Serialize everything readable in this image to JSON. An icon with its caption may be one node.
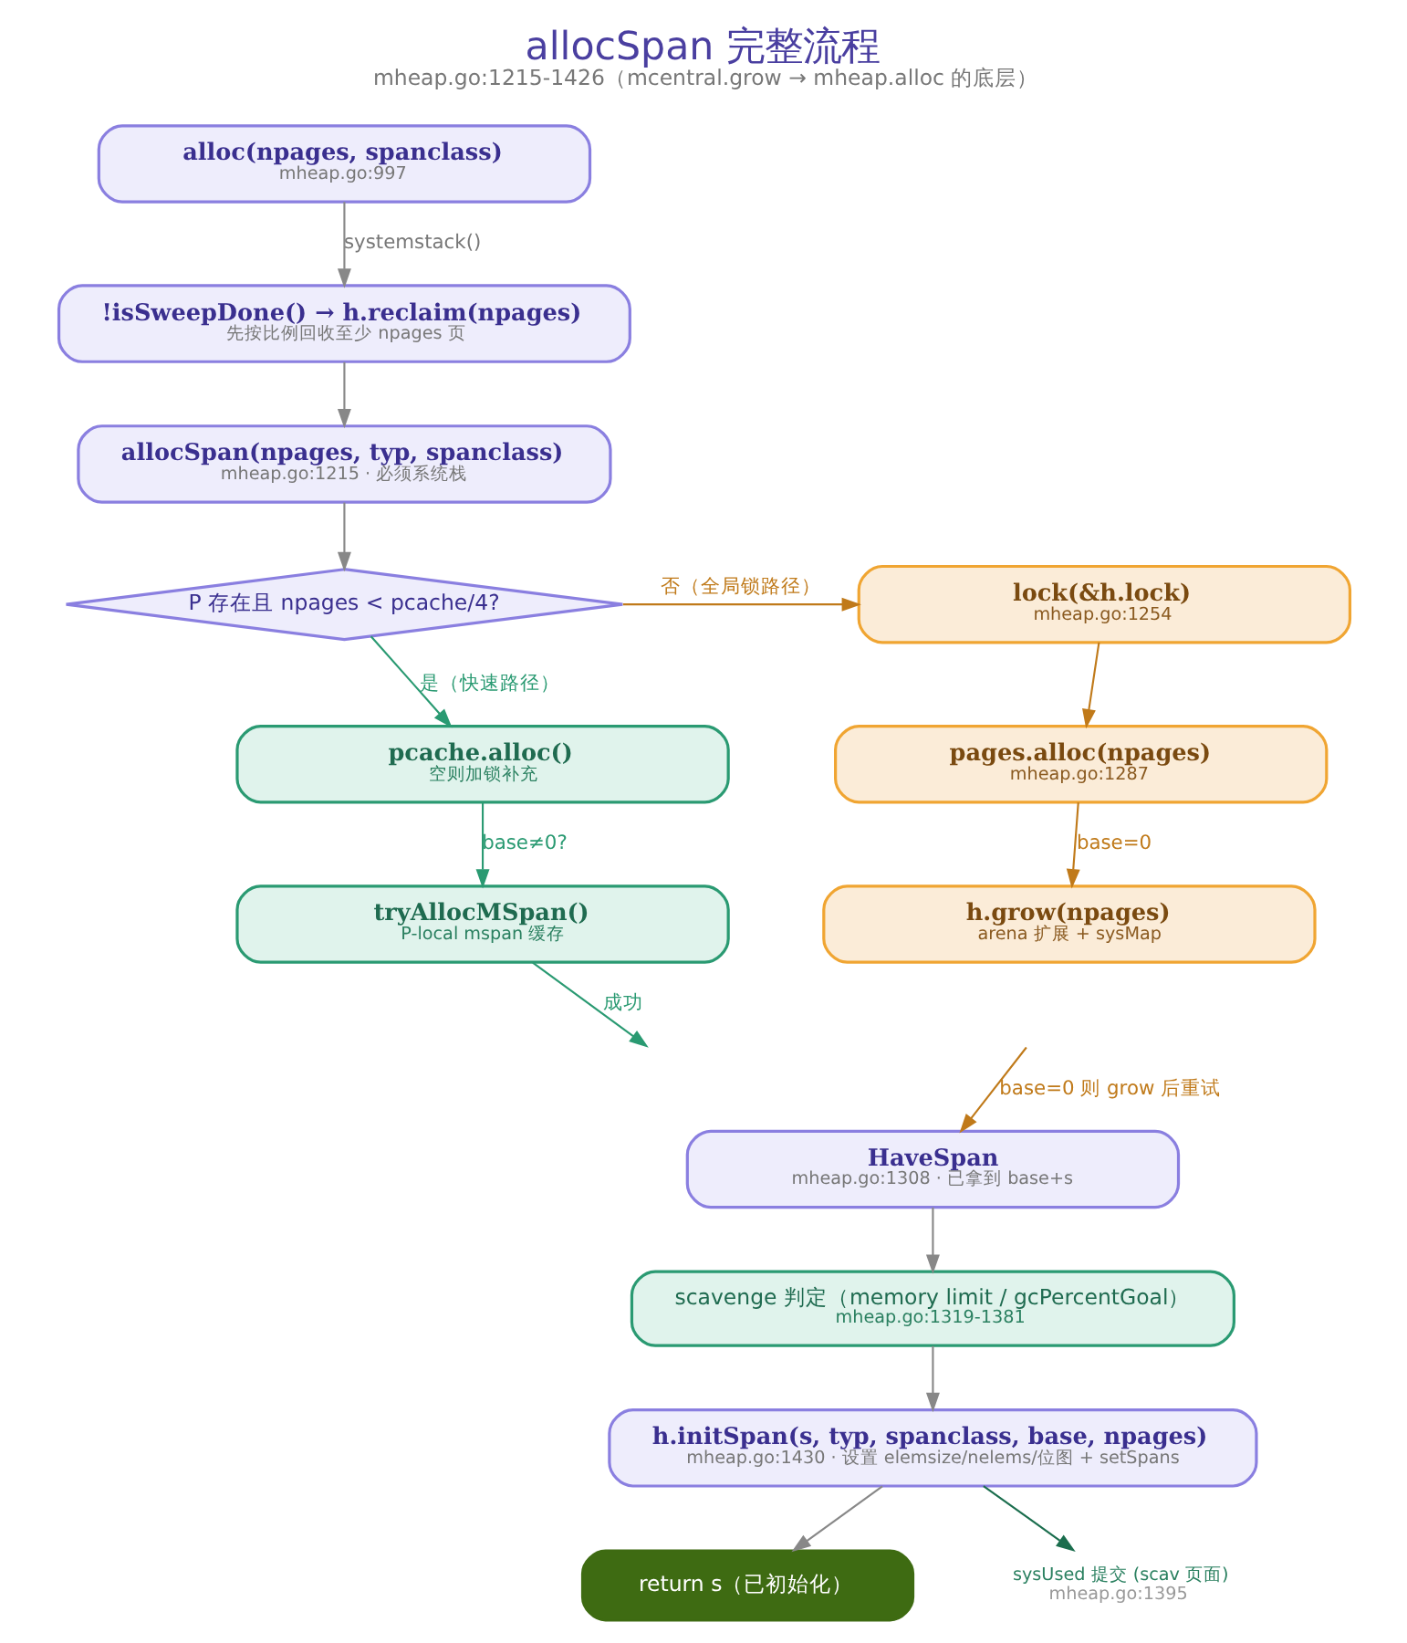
{
  "diagram": {
    "title": "allocSpan 完整流程",
    "caption": "mheap.go:1215-1426（mcentral.grow → mheap.alloc 的底层）",
    "nodes": [
      {
        "text": [
          "alloc(npages, spanclass)",
          "mheap.go:997"
        ]
      },
      {
        "text": [
          "!isSweepDone() → h.reclaim(npages)",
          "先按比例回收至少 npages 页"
        ]
      },
      {
        "text": [
          "allocSpan(npages, typ, spanclass)",
          "mheap.go:1215 · 必须系统栈"
        ]
      },
      {
        "text": [
          "P 存在且 npages < pcache/4?"
        ]
      },
      {
        "text": [
          "pcache.alloc()",
          "空则加锁补充"
        ]
      },
      {
        "text": [
          "tryAllocMSpan()",
          "P-local mspan 缓存"
        ]
      },
      {
        "text": [
          "lock(&h.lock)",
          "mheap.go:1254"
        ]
      },
      {
        "text": [
          "pages.alloc(npages)",
          "mheap.go:1287"
        ]
      },
      {
        "text": [
          "h.grow(npages)",
          "arena 扩展 + sysMap"
        ]
      },
      {
        "text": [
          "HaveSpan",
          "mheap.go:1308 · 已拿到 base+s"
        ]
      },
      {
        "text": [
          "scavenge 判定（memory limit / gcPercentGoal）",
          "mheap.go:1319-1381"
        ]
      },
      {
        "text": [
          "h.initSpan(s, typ, spanclass, base, npages)",
          "mheap.go:1430 · 设置 elemsize/nelems/位图 + setSpans"
        ]
      },
      {
        "text": [
          "return s（已初始化）"
        ]
      },
      {
        "text": [
          "sysUsed 提交 (scav 页面)",
          "mheap.go:1395"
        ]
      }
    ],
    "edges": [
      {
        "from": 0,
        "to": 1,
        "arrow": "to",
        "label": "systemstack()"
      },
      {
        "from": 1,
        "to": 2,
        "arrow": "to"
      },
      {
        "from": 2,
        "to": 3,
        "arrow": "to"
      },
      {
        "from": 3,
        "to": 4,
        "arrow": "to",
        "label": "是（快速路径）",
        "color": "#2a9a72"
      },
      {
        "from": 4,
        "to": 5,
        "arrow": "to",
        "label": "base≠0?",
        "color": "#2a9a72"
      },
      {
        "from": 5,
        "to": null,
        "arrow": "to",
        "label": "成功",
        "color": "#2a9a72"
      },
      {
        "from": 3,
        "to": 6,
        "arrow": "to",
        "label": "否（全局锁路径）",
        "color": "#c07a1a"
      },
      {
        "from": 6,
        "to": 7,
        "arrow": "to",
        "color": "#c07a1a"
      },
      {
        "from": 7,
        "to": 8,
        "arrow": "to",
        "label": "base=0",
        "color": "#c07a1a"
      },
      {
        "from": null,
        "to": 9,
        "arrow": "to",
        "label": "base=0 则 grow 后重试",
        "color": "#c07a1a"
      },
      {
        "from": 9,
        "to": 10,
        "arrow": "to"
      },
      {
        "from": 10,
        "to": 11,
        "arrow": "to"
      },
      {
        "from": 11,
        "to": 12,
        "arrow": "to"
      },
      {
        "from": 11,
        "to": 13,
        "arrow": "to",
        "color": "#1b6e4e"
      }
    ]
  }
}
